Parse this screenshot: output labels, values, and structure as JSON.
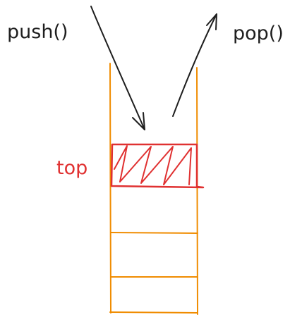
{
  "labels": {
    "push": "push()",
    "pop": "pop()",
    "top": "top"
  },
  "colors": {
    "ink": "#1e1e1e",
    "container": "#f08c00",
    "top_element": "#e03131"
  }
}
